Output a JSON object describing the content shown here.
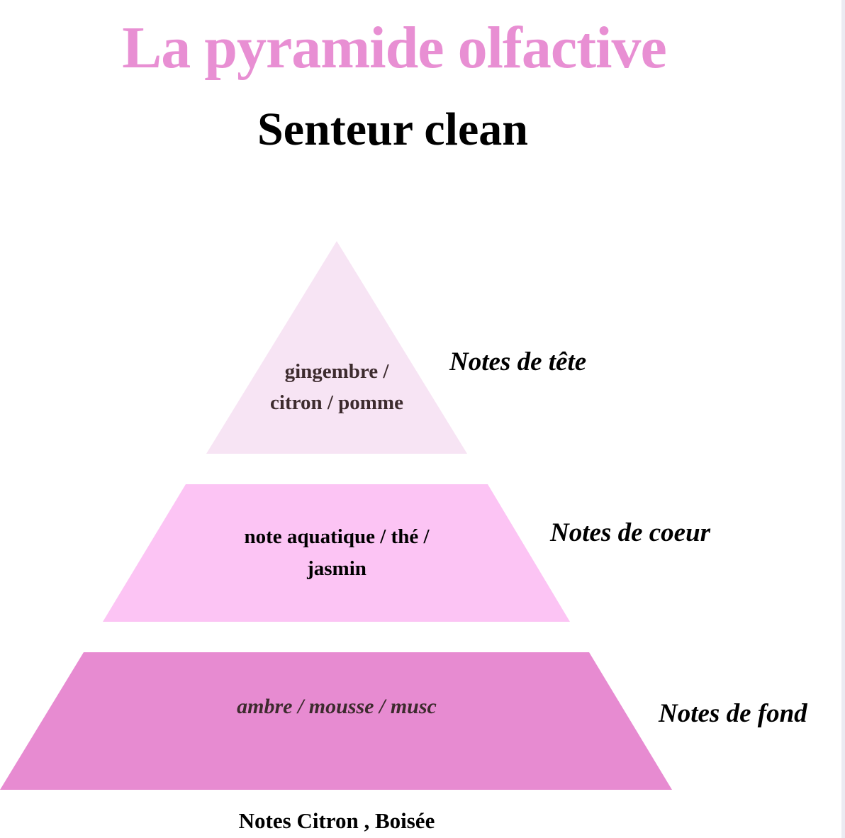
{
  "header": {
    "title": "La pyramide olfactive",
    "subtitle": "Senteur clean"
  },
  "colors": {
    "title": "#e88fd3",
    "subtitle": "#000000",
    "tier_top_fill": "#f7e4f4",
    "tier_middle_fill": "#fcc4f4",
    "tier_bottom_fill": "#e78bd1",
    "tier_text_dark": "#3d2b2e",
    "tier_text_black": "#000000",
    "label": "#000000"
  },
  "pyramid": {
    "tiers": [
      {
        "id": "top",
        "shape": "triangle",
        "ingredients_line1": "gingembre /",
        "ingredients_line2": "citron / pomme",
        "label": "Notes de tête"
      },
      {
        "id": "middle",
        "shape": "trapezoid",
        "ingredients_line1": "note aquatique / thé /",
        "ingredients_line2": "jasmin",
        "label": "Notes de coeur"
      },
      {
        "id": "bottom",
        "shape": "trapezoid",
        "ingredients_line1": "ambre / mousse / musc",
        "label": "Notes de fond"
      }
    ]
  },
  "footer": {
    "text": "Notes Citron , Boisée"
  }
}
